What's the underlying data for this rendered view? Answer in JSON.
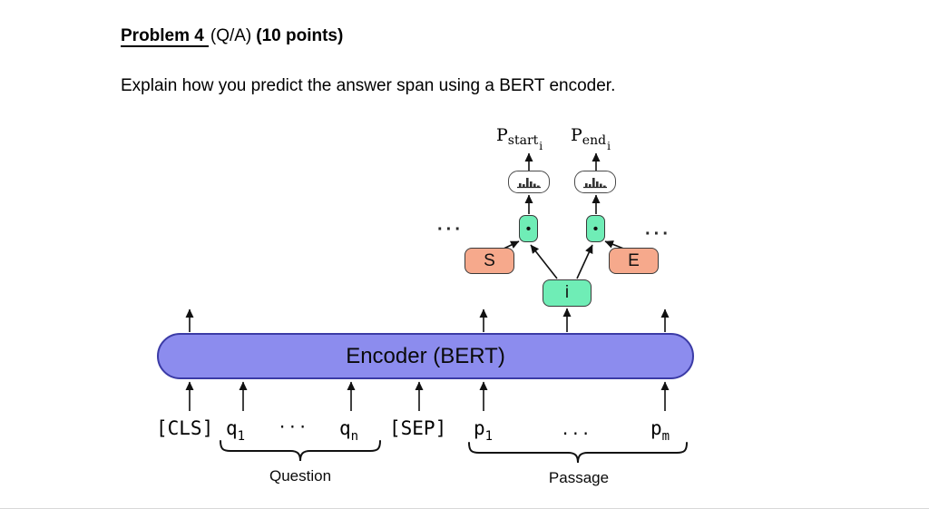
{
  "colors": {
    "encoder_fill": "#8c8cee",
    "encoder_border": "#3b3ba6",
    "mint_fill": "#6fedb6",
    "salmon_fill": "#f6a98c",
    "box_border": "#3a3a3a"
  },
  "header": {
    "title_bold_underline": "Problem 4",
    "title_regular": "(Q/A)",
    "title_points": "(10 points)",
    "prompt": "Explain how you predict the answer span using a BERT encoder."
  },
  "diagram": {
    "p_start": {
      "base": "P",
      "sub": "start",
      "subsub": "i"
    },
    "p_end": {
      "base": "P",
      "sub": "end",
      "subsub": "i"
    },
    "dot_product_symbol": "•",
    "ellipsis_upper_left": "···",
    "ellipsis_upper_right": "···",
    "start_box_label": "S",
    "end_box_label": "E",
    "index_box_label": "i",
    "encoder_label": "Encoder (BERT)",
    "tokens": [
      {
        "text": "[CLS]",
        "sub": ""
      },
      {
        "text": "q",
        "sub": "1"
      },
      {
        "text": "···",
        "sub": ""
      },
      {
        "text": "q",
        "sub": "n"
      },
      {
        "text": "[SEP]",
        "sub": ""
      },
      {
        "text": "p",
        "sub": "1"
      },
      {
        "text": "...",
        "sub": ""
      },
      {
        "text": "p",
        "sub": "m"
      }
    ],
    "question_label": "Question",
    "passage_label": "Passage"
  }
}
